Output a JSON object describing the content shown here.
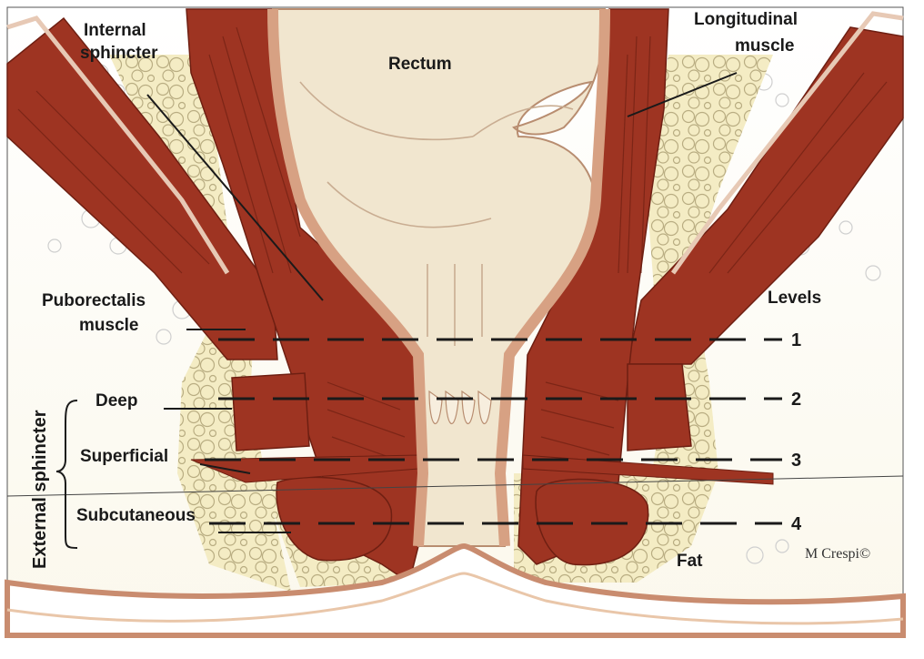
{
  "labels": {
    "internal_sphincter_1": "Internal",
    "internal_sphincter_2": "sphincter",
    "rectum": "Rectum",
    "longitudinal_1": "Longitudinal",
    "longitudinal_2": "muscle",
    "puborectalis_1": "Puborectalis",
    "puborectalis_2": "muscle",
    "levels": "Levels",
    "deep": "Deep",
    "superficial": "Superficial",
    "subcutaneous": "Subcutaneous",
    "fat": "Fat",
    "external_sphincter": "External sphincter",
    "signature": "M Crespi©"
  },
  "levels": [
    "1",
    "2",
    "3",
    "4"
  ],
  "colors": {
    "muscle": "#9e3422",
    "muscle_dark": "#6e1f12",
    "mucosa": "#f1e6cf",
    "lining": "#d7a183",
    "fat": "#f4ecc4",
    "fat_outline": "#b9ad82",
    "skin": "#e9c6a9"
  }
}
